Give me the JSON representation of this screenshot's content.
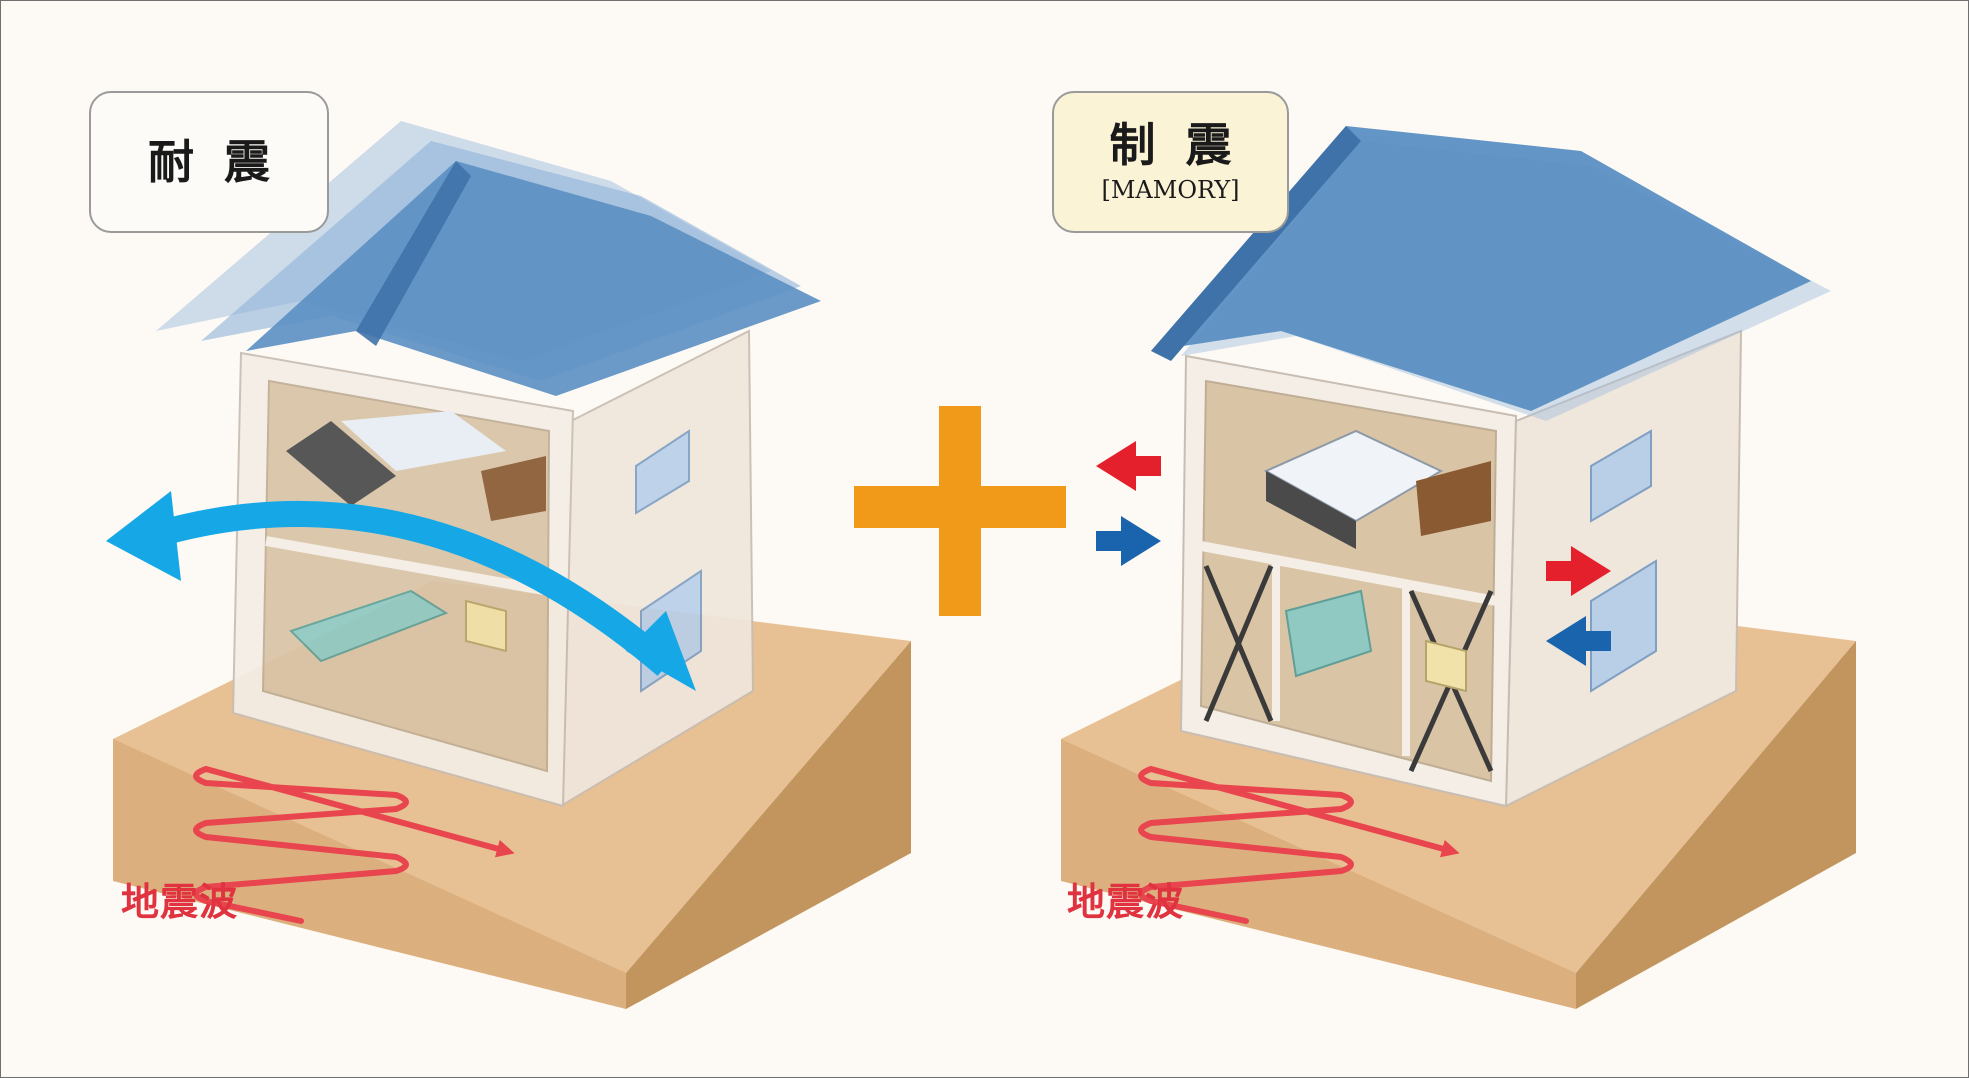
{
  "labels": {
    "left_title": "耐震",
    "right_title": "制震",
    "right_subtitle": "[MAMORY]"
  },
  "ground": {
    "wave_label_left": "地震波",
    "wave_label_right": "地震波"
  },
  "colors": {
    "roof_blue": "#5b8fc3",
    "ground_top": "#e7c194",
    "ground_front": "#d9ae7c",
    "ground_side": "#c2955e",
    "plus_orange": "#f19a1a",
    "sway_arrow": "#16a8e6",
    "seismic_wave": "#e8454f",
    "arrow_red": "#e3202c",
    "arrow_blue": "#1a63ad"
  },
  "icons": {
    "plus": "plus-icon",
    "sway": "double-arrow-icon",
    "wave": "seismic-wave-icon"
  }
}
